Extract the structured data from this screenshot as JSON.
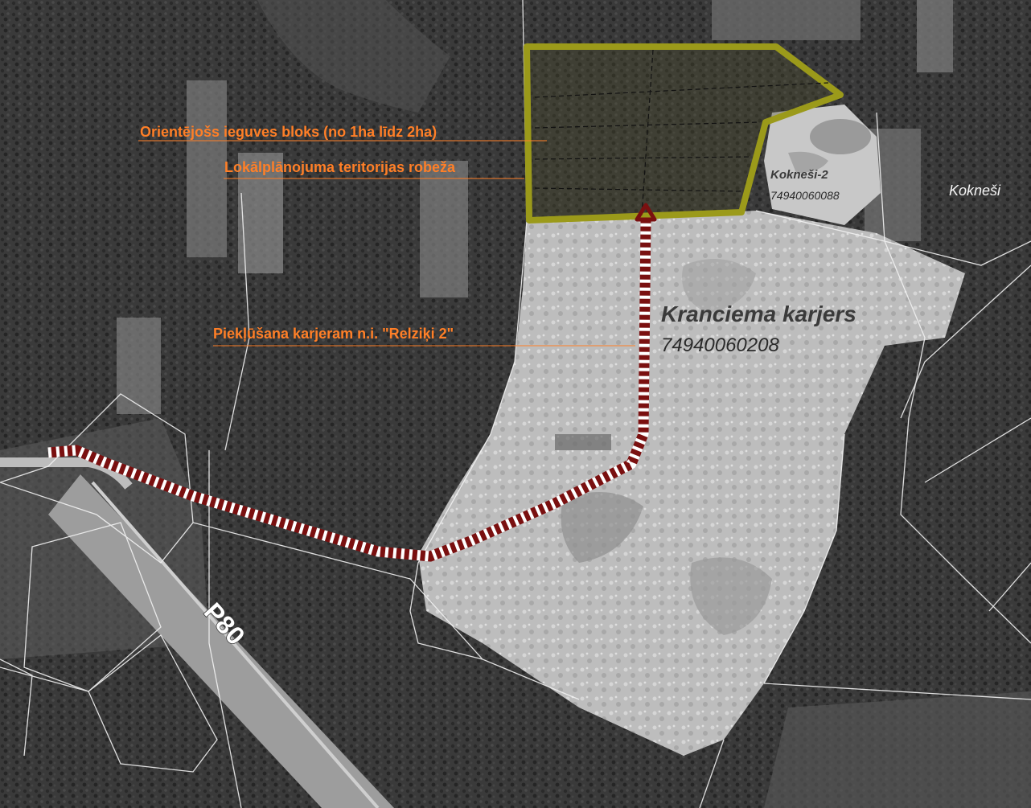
{
  "legend": {
    "block_label": "Orientējošs ieguves bloks (no 1ha līdz 2ha)",
    "boundary_label": "Lokālplānojuma teritorijas robeža",
    "access_label": "Piekļūšana karjeram n.i. \"Relziķi 2\""
  },
  "places": {
    "quarry_name": "Kranciema karjers",
    "quarry_id": "74940060208",
    "kokn2_name": "Kokneši-2",
    "kokn2_id": "74940060088",
    "village": "Kokneši",
    "road": "P80"
  },
  "colors": {
    "boundary": "#9b9a1a",
    "route": "#7a1010",
    "label_orange": "#ff7f27",
    "label_dark": "#3a3a3a"
  }
}
